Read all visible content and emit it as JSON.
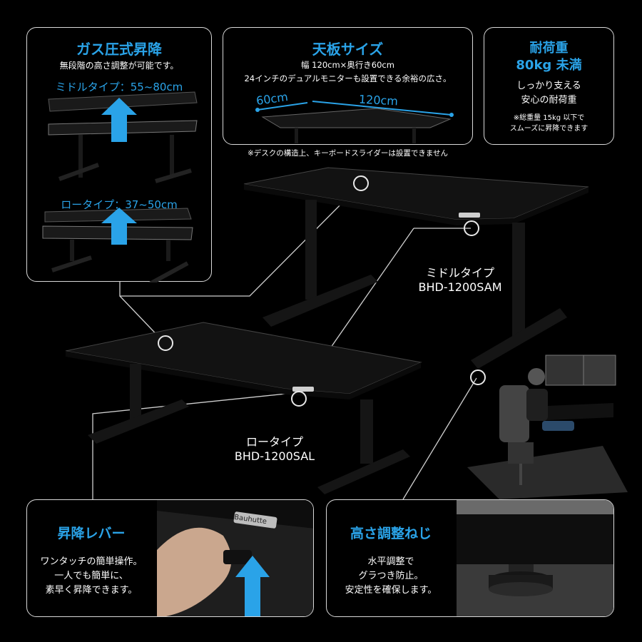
{
  "gas": {
    "title": "ガス圧式昇降",
    "subtitle": "無段階の高さ調整が可能です。",
    "middle_label": "ミドルタイプ：55~80cm",
    "low_label": "ロータイプ：37~50cm"
  },
  "top": {
    "title": "天板サイズ",
    "line1": "幅 120cm×奥行き60cm",
    "line2": "24インチのデュアルモニターも設置できる余裕の広さ。",
    "depth": "60cm",
    "width": "120cm",
    "note": "※デスクの構造上、キーボードスライダーは設置できません"
  },
  "load": {
    "title1": "耐荷重",
    "title2": "80kg 未満",
    "line1": "しっかり支える",
    "line2": "安心の耐荷重",
    "note1": "※総重量 15kg 以下で",
    "note2": "スムーズに昇降できます"
  },
  "models": {
    "middle_name": "ミドルタイプ",
    "middle_code": "BHD-1200SAM",
    "low_name": "ロータイプ",
    "low_code": "BHD-1200SAL"
  },
  "lever": {
    "title": "昇降レバー",
    "line1": "ワンタッチの簡単操作。",
    "line2": "一人でも簡単に、",
    "line3": "素早く昇降できます。",
    "brand": "Bauhutte"
  },
  "screw": {
    "title": "高さ調整ねじ",
    "line1": "水平調整で",
    "line2": "グラつき防止。",
    "line3": "安定性を確保します。"
  },
  "colors": {
    "accent": "#2aa3e8",
    "border": "#d9d9d9",
    "background": "#000000"
  }
}
